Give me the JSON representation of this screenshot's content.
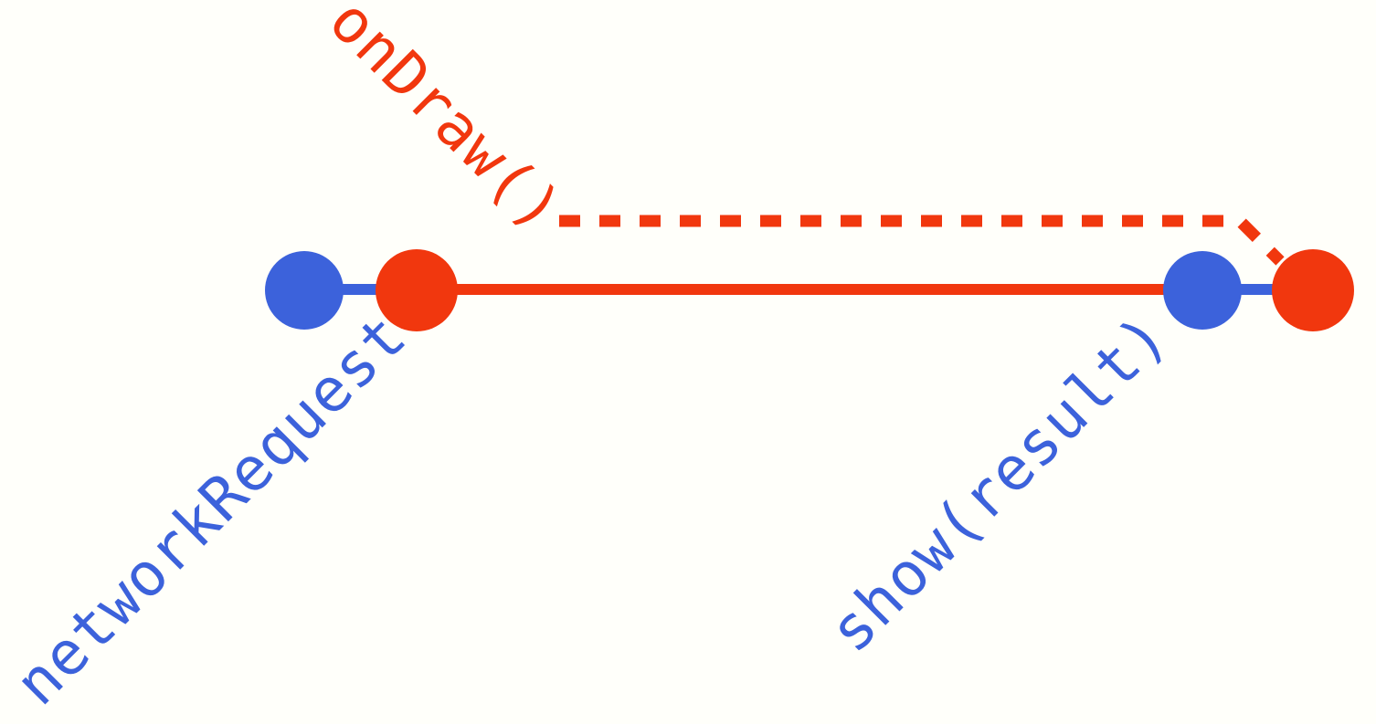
{
  "diagram": {
    "background_color": "#FFFFFA",
    "colors": {
      "blue": "#3C62DB",
      "red": "#F1370E"
    },
    "labels": {
      "on_draw": "onDraw()",
      "network_request": "networkRequest",
      "show_result": "show(result)"
    },
    "nodes": [
      {
        "id": "left-blue-node",
        "color": "blue"
      },
      {
        "id": "left-red-node",
        "color": "red"
      },
      {
        "id": "right-blue-node",
        "color": "blue"
      },
      {
        "id": "right-red-node",
        "color": "red"
      }
    ],
    "edges": [
      {
        "id": "left-blue-connector",
        "style": "solid",
        "color": "blue"
      },
      {
        "id": "network-request-line",
        "style": "solid",
        "color": "red"
      },
      {
        "id": "right-blue-connector",
        "style": "solid",
        "color": "blue"
      },
      {
        "id": "ondraw-dashed-line",
        "style": "dashed",
        "color": "red"
      }
    ]
  }
}
